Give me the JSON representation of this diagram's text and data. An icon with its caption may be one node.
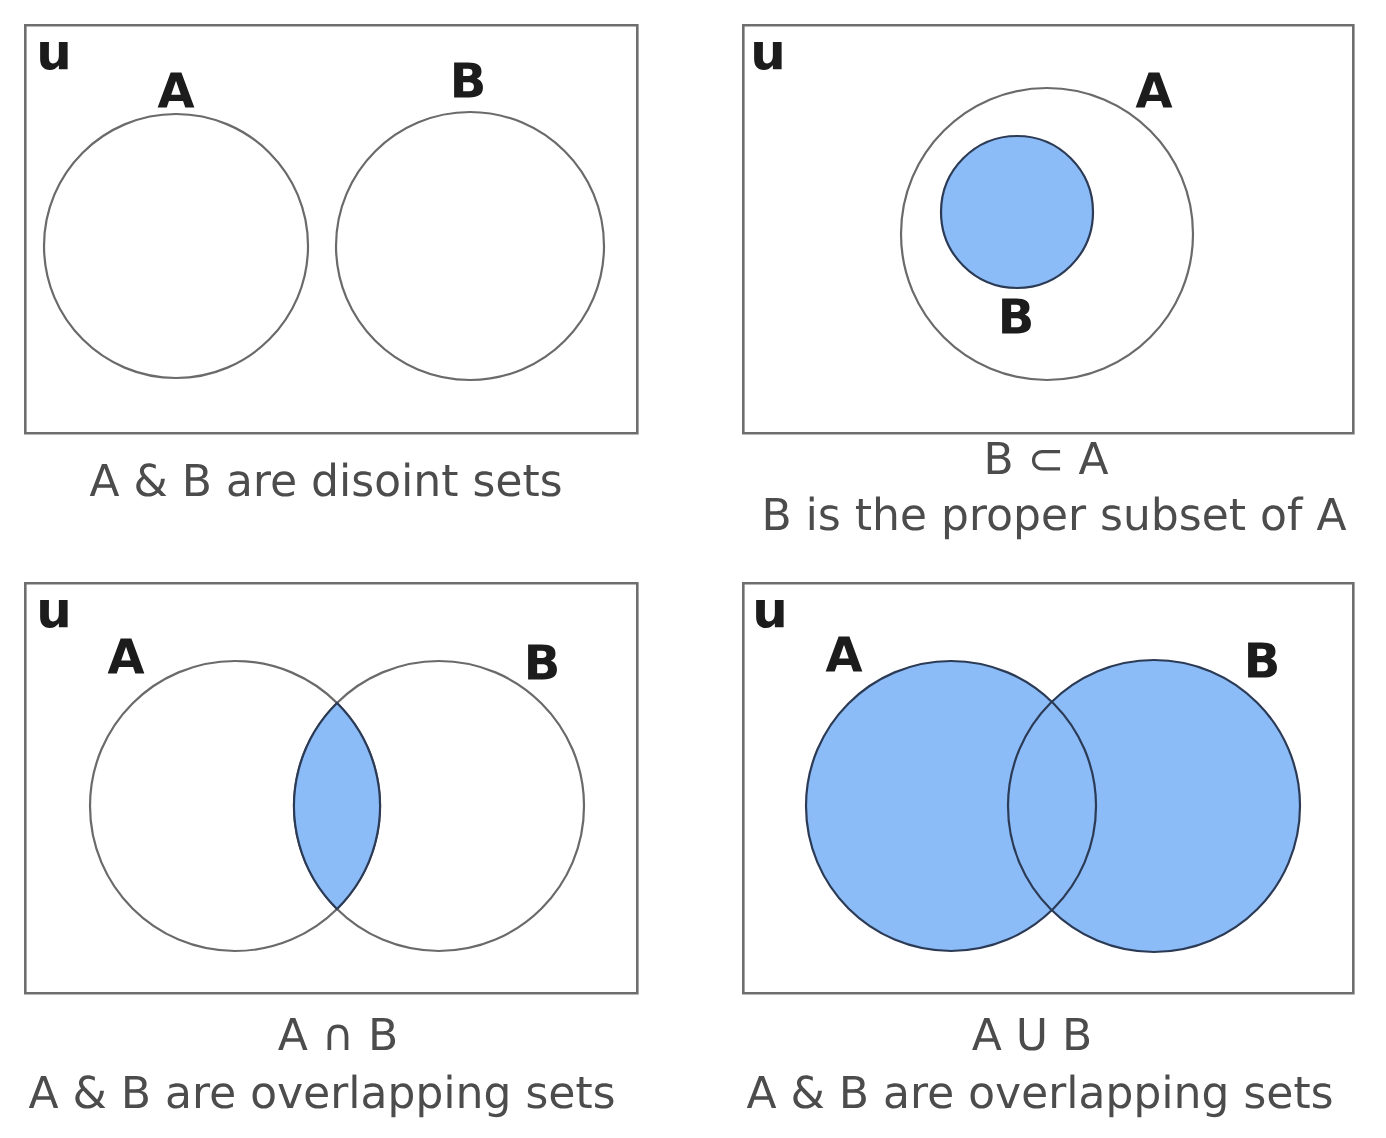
{
  "diagram": {
    "nodes": [
      {
        "text": [
          "u"
        ],
        "beside": [
          "A & B are disoint sets"
        ]
      },
      {
        "text": [
          "A"
        ],
        "in": 0
      },
      {
        "text": [
          "B"
        ],
        "in": 0
      },
      {
        "text": [
          "u"
        ],
        "beside": [
          "B ⊂ A",
          "B is the proper subset of A"
        ]
      },
      {
        "text": [
          "A"
        ],
        "in": 3
      },
      {
        "text": [
          "B"
        ],
        "in": 4
      },
      {
        "text": [
          "u"
        ],
        "beside": [
          "A ∩ B",
          "A & B are overlapping sets"
        ]
      },
      {
        "text": [
          "A"
        ],
        "in": 6
      },
      {
        "text": [
          "B"
        ],
        "in": 6
      },
      {
        "text": [
          "u"
        ],
        "beside": [
          "A U B",
          "A & B are overlapping sets"
        ]
      },
      {
        "text": [
          "A"
        ],
        "in": 9
      },
      {
        "text": [
          "B"
        ],
        "in": 9
      }
    ]
  }
}
